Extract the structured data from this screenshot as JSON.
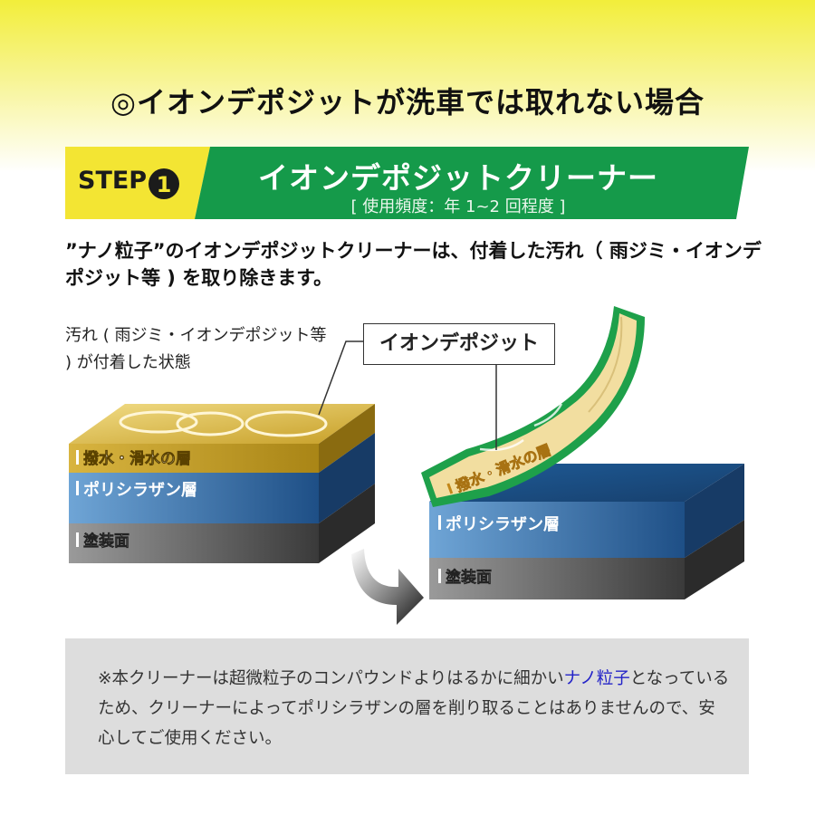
{
  "headline": "◎イオンデポジットが洗車では取れない場合",
  "step": {
    "label": "STEP",
    "number": "1",
    "title": "イオンデポジットクリーナー",
    "subtitle": "[ 使用頻度：年 1~2 回程度 ]"
  },
  "description": "”ナノ粒子”のイオンデポジットクリーナーは、付着した汚れ（ 雨ジミ・イオンデポジット等 ) を取り除きます。",
  "diagram": {
    "dirt_note": "汚れ ( 雨ジミ・イオンデポジット等 ) が付着した状態",
    "callout": "イオンデポジット",
    "layer_water": "撥水・滑水の層",
    "layer_polysilazane": "ポリシラザン層",
    "layer_paint": "塗装面",
    "peeled_label": "撥水・滑水の層",
    "colors": {
      "gold": "#c9a02a",
      "blue": "#2f6fae",
      "gray": "#4a4a4a",
      "green": "#1ea04a",
      "beige": "#f2dea0"
    }
  },
  "note": {
    "text_before": "※本クリーナーは超微粒子のコンパウンドよりはるかに細かい",
    "highlight": "ナノ粒子",
    "text_after": "となっているため、クリーナーによってポリシラザンの層を削り取ることはありませんので、安心してご使用ください。"
  }
}
